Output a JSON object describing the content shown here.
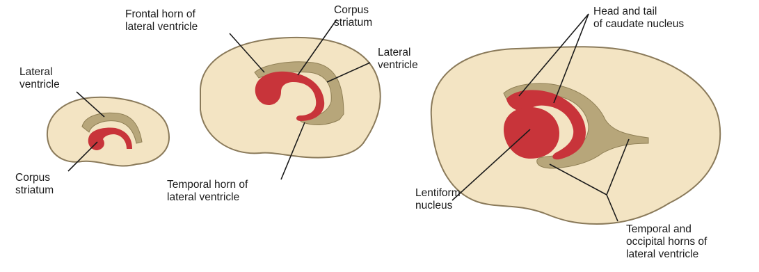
{
  "colors": {
    "brain_fill": "#f3e4c3",
    "brain_outline": "#8a7a5a",
    "ventricle_fill": "#b7a67a",
    "ventricle_shade": "#8f7f55",
    "striatum_fill": "#c8343a",
    "leader_line": "#1a1a1a",
    "text": "#1a1a1a"
  },
  "icons": {
    "small_brain": "brain-section-early-icon",
    "medium_brain": "brain-section-middle-icon",
    "large_brain": "brain-section-late-icon"
  },
  "labels": {
    "small_lateral_ventricle": [
      "Lateral",
      "ventricle"
    ],
    "small_corpus_striatum": [
      "Corpus",
      "striatum"
    ],
    "mid_frontal_horn": [
      "Frontal horn of",
      "lateral ventricle"
    ],
    "mid_corpus_striatum": [
      "Corpus",
      "striatum"
    ],
    "mid_lateral_ventricle": [
      "Lateral",
      "ventricle"
    ],
    "mid_temporal_horn": [
      "Temporal horn of",
      "lateral ventricle"
    ],
    "large_caudate": [
      "Head and tail",
      "of caudate nucleus"
    ],
    "large_lentiform": [
      "Lentiform",
      "nucleus"
    ],
    "large_temporal_occipital": [
      "Temporal and",
      "occipital horns of",
      "lateral ventricle"
    ]
  }
}
